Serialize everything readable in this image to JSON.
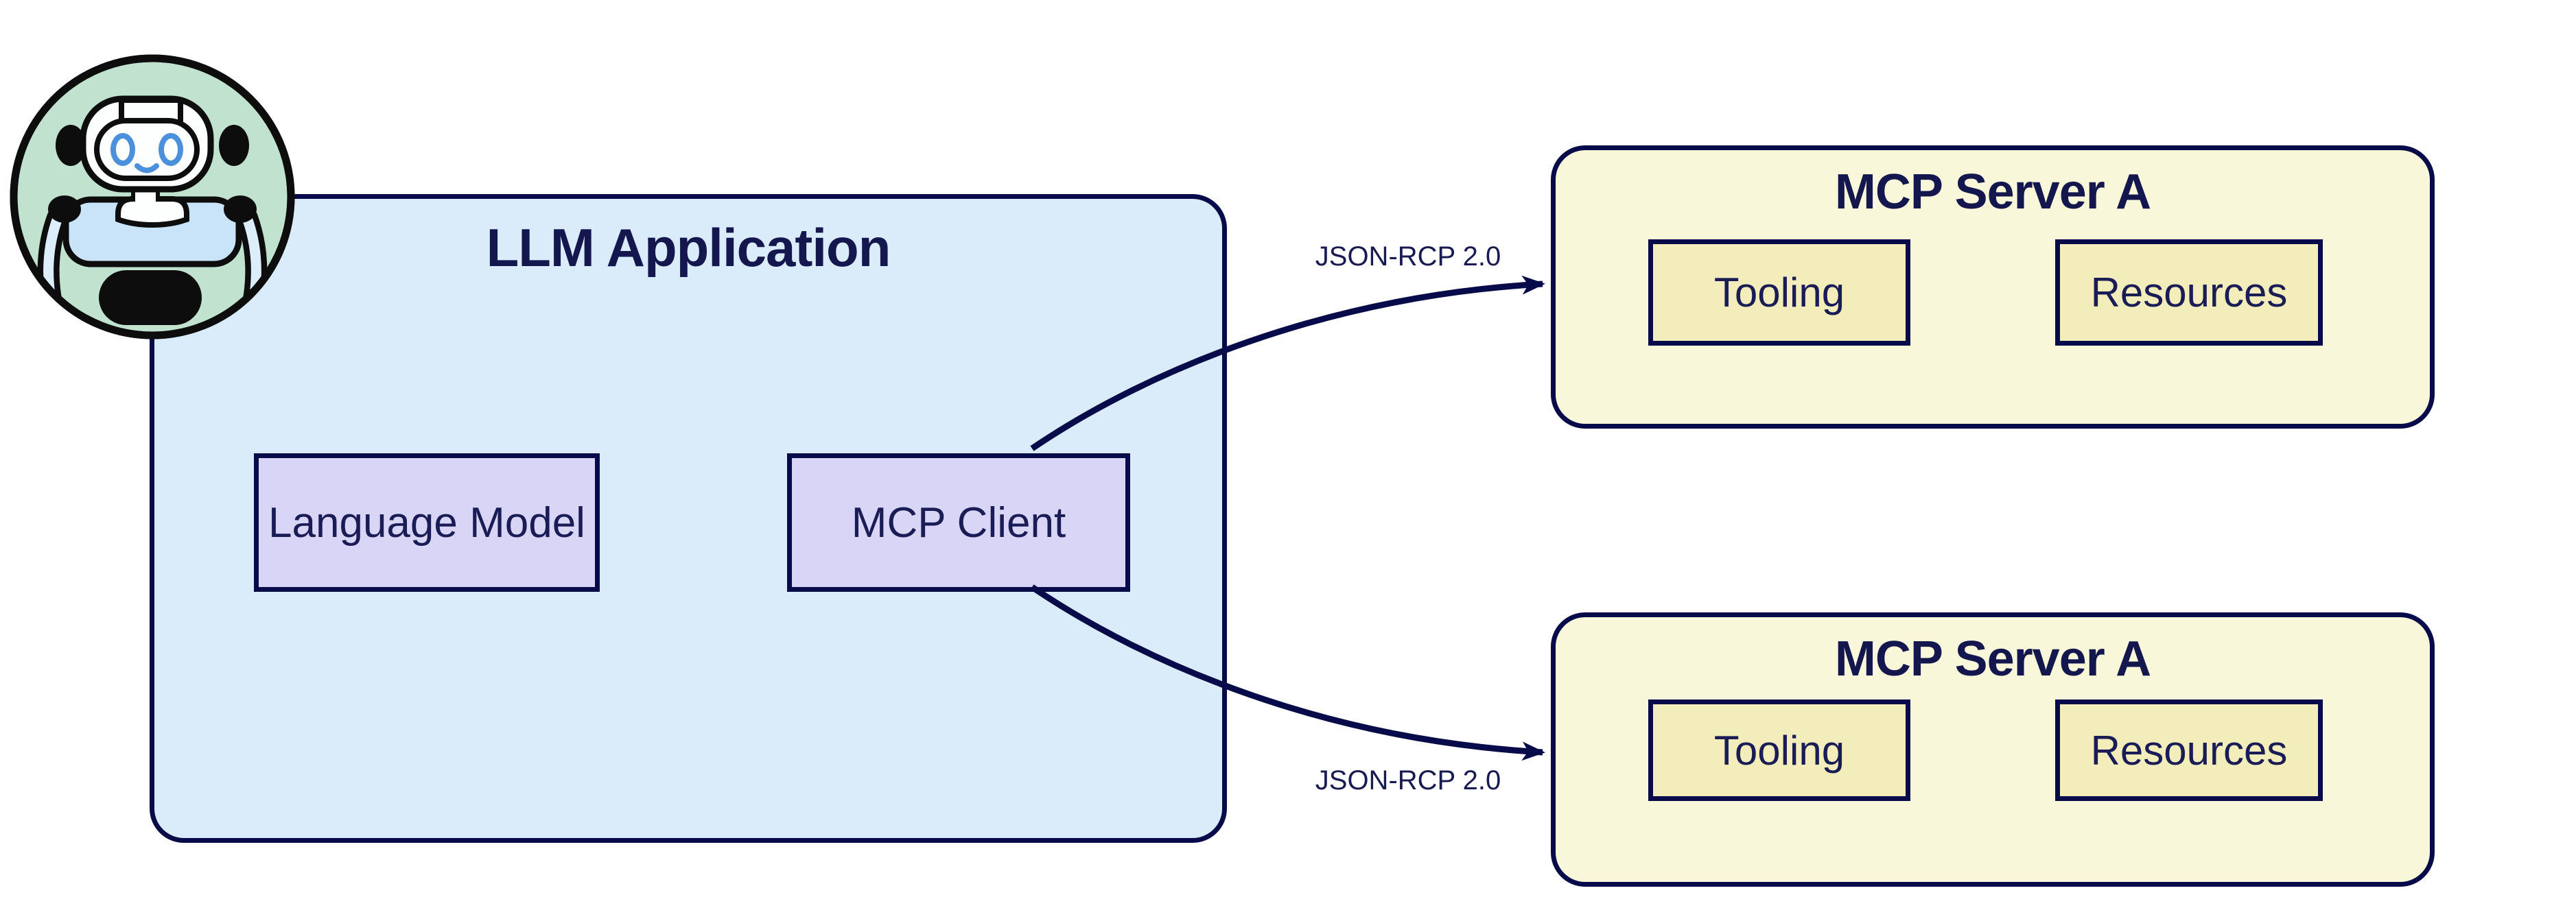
{
  "colors": {
    "outline_navy": "#070b4a",
    "title_navy": "#14164e",
    "label_navy": "#1a1c56",
    "llm_box_fill": "#daecfa",
    "llm_component_fill": "#d9d5f6",
    "server_fill": "#f9f7d9",
    "server_component_fill": "#f2edba",
    "avatar_background_green": "#c2e2d0",
    "avatar_eye_blue": "#4a90dc",
    "avatar_body_blue": "#c9e4f8"
  },
  "avatar": {
    "name": "robot-avatar"
  },
  "llm_app": {
    "title": "LLM Application",
    "components": [
      {
        "label": "Language Model"
      },
      {
        "label": "MCP Client"
      }
    ]
  },
  "servers": [
    {
      "title": "MCP Server A",
      "components": [
        {
          "label": "Tooling"
        },
        {
          "label": "Resources"
        }
      ]
    },
    {
      "title": "MCP Server A",
      "components": [
        {
          "label": "Tooling"
        },
        {
          "label": "Resources"
        }
      ]
    }
  ],
  "connections": [
    {
      "label": "JSON-RCP 2.0",
      "from": "MCP Client",
      "to": "MCP Server A (top)"
    },
    {
      "label": "JSON-RCP 2.0",
      "from": "MCP Client",
      "to": "MCP Server A (bottom)"
    }
  ]
}
